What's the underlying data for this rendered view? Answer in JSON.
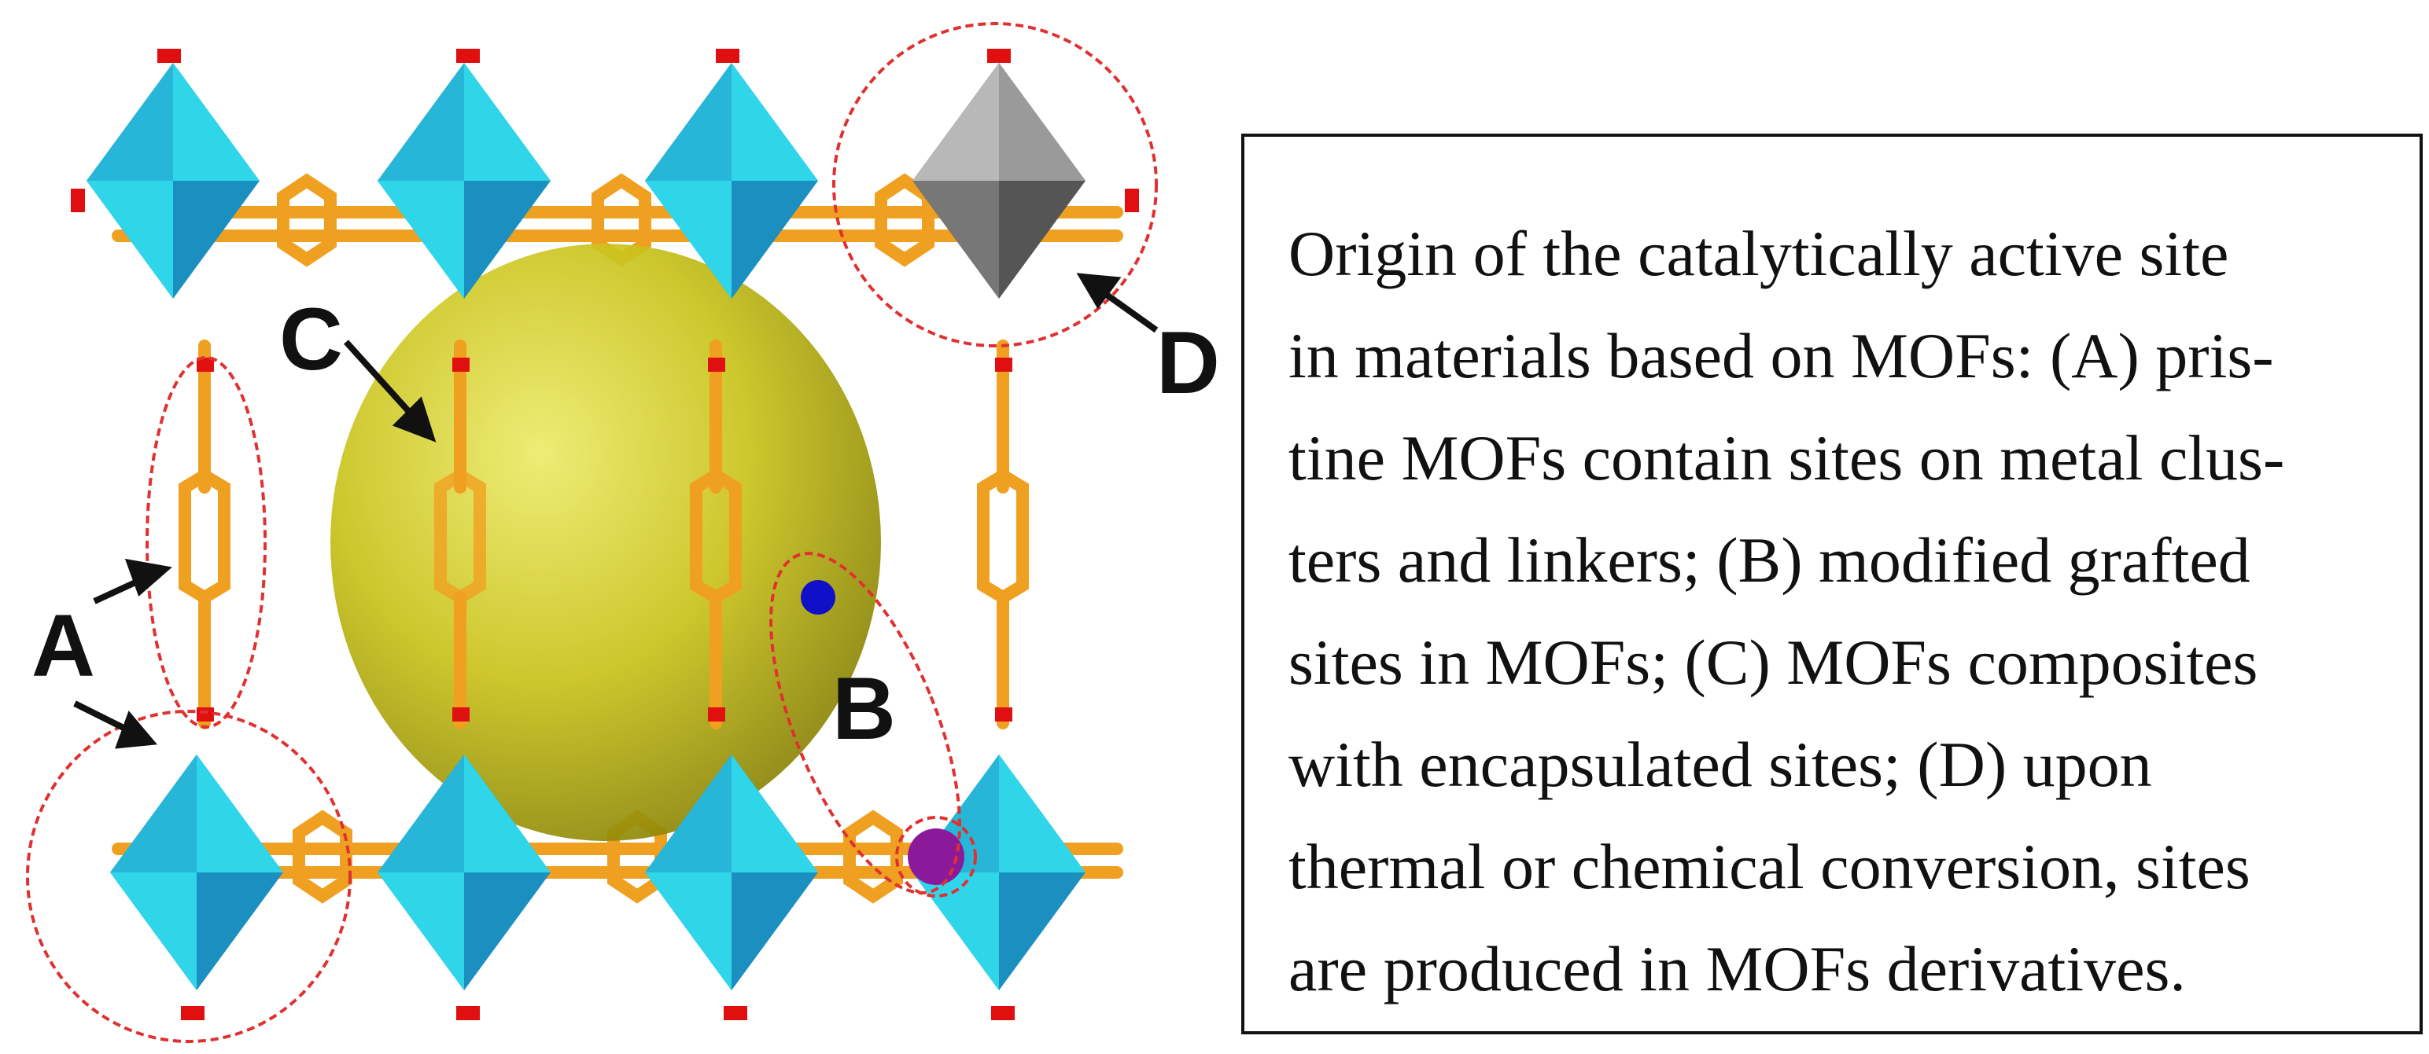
{
  "figure": {
    "labels": {
      "a": "A",
      "b": "B",
      "c": "C",
      "d": "D"
    },
    "caption_lines": [
      "Origin of the catalytically active site",
      "in materials based on MOFs: (A) pris-",
      "tine MOFs contain sites on metal clus-",
      "ters and linkers; (B) modified grafted",
      "sites in MOFs; (C) MOFs composites",
      "with encapsulated sites; (D) upon",
      "thermal or chemical conversion, sites",
      "are produced in MOFs derivatives."
    ],
    "colors": {
      "cluster_cyan": "#2fd6ea",
      "cluster_blue": "#1b8fc0",
      "cluster_gray_light": "#b8b8b8",
      "cluster_gray_dark": "#555555",
      "linker": "#f0a020",
      "oxygen": "#e01010",
      "sphere": "#c8c21a",
      "highlight_circle": "#e03030",
      "guest_blue": "#1010c8",
      "guest_purple": "#8a1a9a"
    }
  }
}
